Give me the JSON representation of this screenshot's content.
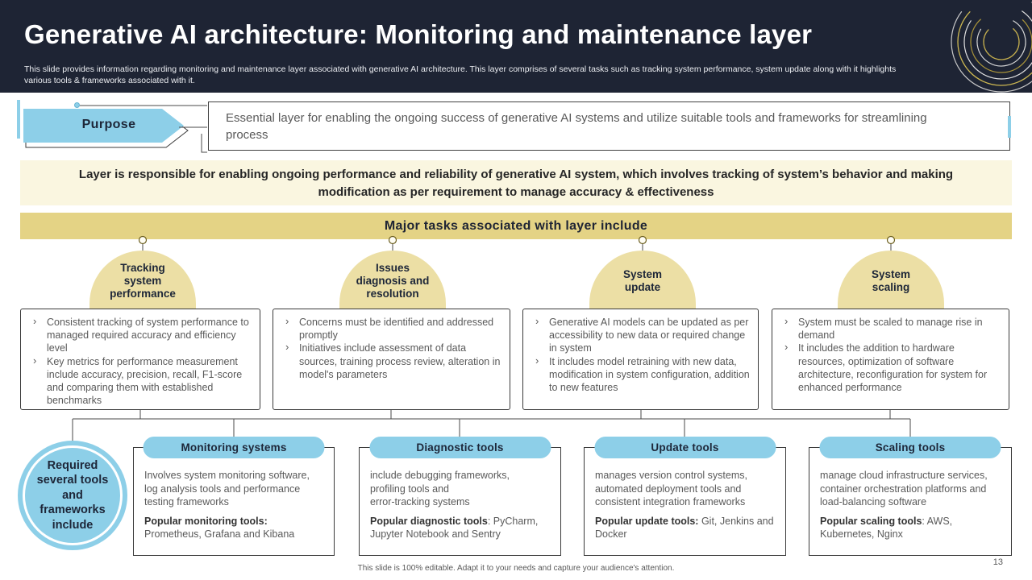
{
  "slide": {
    "title": "Generative AI architecture: Monitoring and maintenance layer",
    "subtitle": "This slide provides information regarding monitoring and maintenance layer associated with generative AI architecture. This layer comprises of several tasks such as tracking system performance, system update along  with it highlights various tools & frameworks associated with it.",
    "footer_note": "This slide is 100% editable. Adapt it to your needs and capture your audience's attention.",
    "page_number": "13"
  },
  "purpose": {
    "label": "Purpose",
    "description": "Essential layer for enabling the ongoing success of generative AI systems and utilize suitable tools and frameworks for streamlining process"
  },
  "responsibility_banner": "Layer is responsible for enabling ongoing performance and reliability of generative AI system, which involves tracking of system’s behavior and making modification as per requirement to manage accuracy & effectiveness",
  "tasks_banner": "Major tasks associated with layer include",
  "tasks": [
    {
      "title": "Tracking\nsystem\nperformance",
      "bullets": [
        "Consistent tracking of system performance to managed required  accuracy and efficiency level",
        "Key metrics for performance  measurement include accuracy, precision, recall, F1-score and comparing them with established benchmarks"
      ]
    },
    {
      "title": "Issues\ndiagnosis and\nresolution",
      "bullets": [
        "Concerns must be identified and addressed promptly",
        "Initiatives include assessment of data sources, training process review,  alteration in model's parameters"
      ]
    },
    {
      "title": "System\nupdate",
      "bullets": [
        "Generative AI models can be updated as per accessibility to new data or required change in system",
        "It includes model retraining with new data, modification in system configuration, addition to new features"
      ]
    },
    {
      "title": "System\nscaling",
      "bullets": [
        "System must be scaled to manage rise in demand",
        "It includes the addition to hardware resources, optimization of software architecture, reconfiguration for system for enhanced performance"
      ]
    }
  ],
  "tools_intro": "Required\nseveral tools\nand\nframeworks\ninclude",
  "tools": [
    {
      "title": "Monitoring systems",
      "description": "Involves  system monitoring software, log analysis tools and performance testing frameworks",
      "popular_label": "Popular monitoring tools:",
      "popular_tools": "Prometheus, Grafana and Kibana"
    },
    {
      "title": "Diagnostic tools",
      "description": "include debugging frameworks,\nprofiling tools and\nerror-tracking systems",
      "popular_label": "Popular diagnostic tools",
      "popular_tools": ": PyCharm, Jupyter Notebook and Sentry"
    },
    {
      "title": "Update tools",
      "description": "manages version control systems, automated deployment tools and consistent integration frameworks",
      "popular_label": "Popular update tools:",
      "popular_tools": " Git, Jenkins and Docker"
    },
    {
      "title": "Scaling tools",
      "description": "manage cloud infrastructure services, container orchestration platforms and load-balancing software",
      "popular_label": "Popular scaling tools",
      "popular_tools": ": AWS, Kubernetes, Nginx"
    }
  ],
  "colors": {
    "header_navy": "#1e2434",
    "accent_blue": "#8dcfe8",
    "banner_cream": "#faf6e0",
    "banner_gold": "#e4d385",
    "petal_tan": "#ecdfa5",
    "body_text": "#595959",
    "dark_text": "#1d2638"
  }
}
